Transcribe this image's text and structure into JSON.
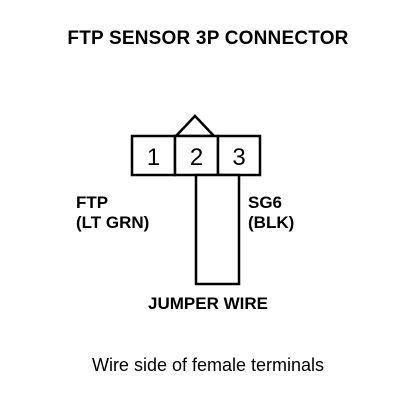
{
  "title": "FTP SENSOR 3P CONNECTOR",
  "connector": {
    "pins": [
      "1",
      "2",
      "3"
    ]
  },
  "labels": {
    "ftp_name": "FTP",
    "ftp_color": "(LT GRN)",
    "sg6_name": "SG6",
    "sg6_color": "(BLK)",
    "jumper": "JUMPER WIRE"
  },
  "caption": "Wire side of female terminals"
}
